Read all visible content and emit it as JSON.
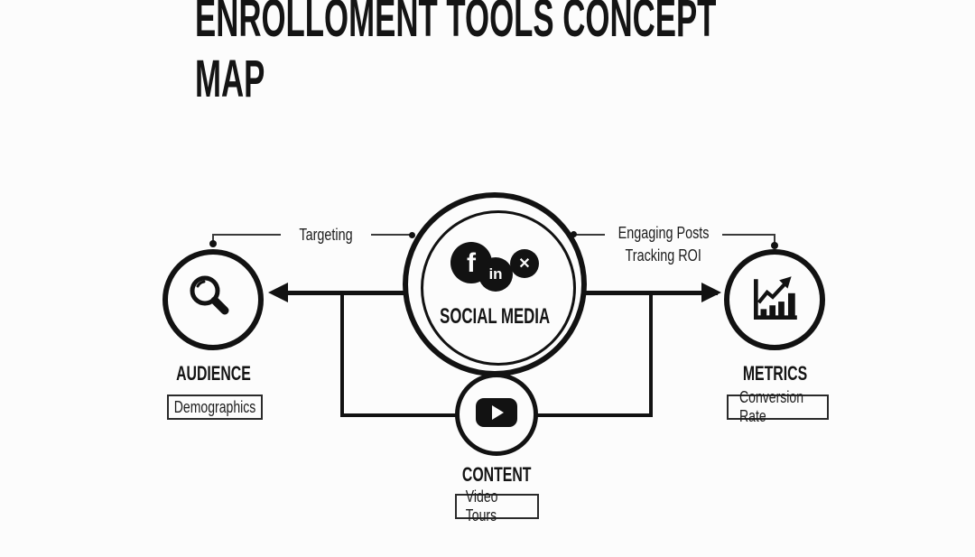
{
  "title": "ENROLLOMENT TOOLS CONCEPT MAP",
  "colors": {
    "background": "#fcfcfc",
    "ink": "#121212",
    "thin_line": "#3a3a3a"
  },
  "diagram": {
    "center_node": {
      "label": "SOCIAL MEDIA",
      "icons": {
        "facebook": "f",
        "linkedin": "in",
        "x": "✕"
      }
    },
    "left_node": {
      "label": "AUDIENCE",
      "tag": "Demographics"
    },
    "right_node": {
      "label": "METRICS",
      "tag": "Conversion Rate"
    },
    "bottom_node": {
      "label": "CONTENT",
      "tag": "Video Tours"
    },
    "edge_labels": {
      "left": "Targeting",
      "right_line1": "Engaging Posts",
      "right_line2": "Tracking ROI"
    }
  }
}
